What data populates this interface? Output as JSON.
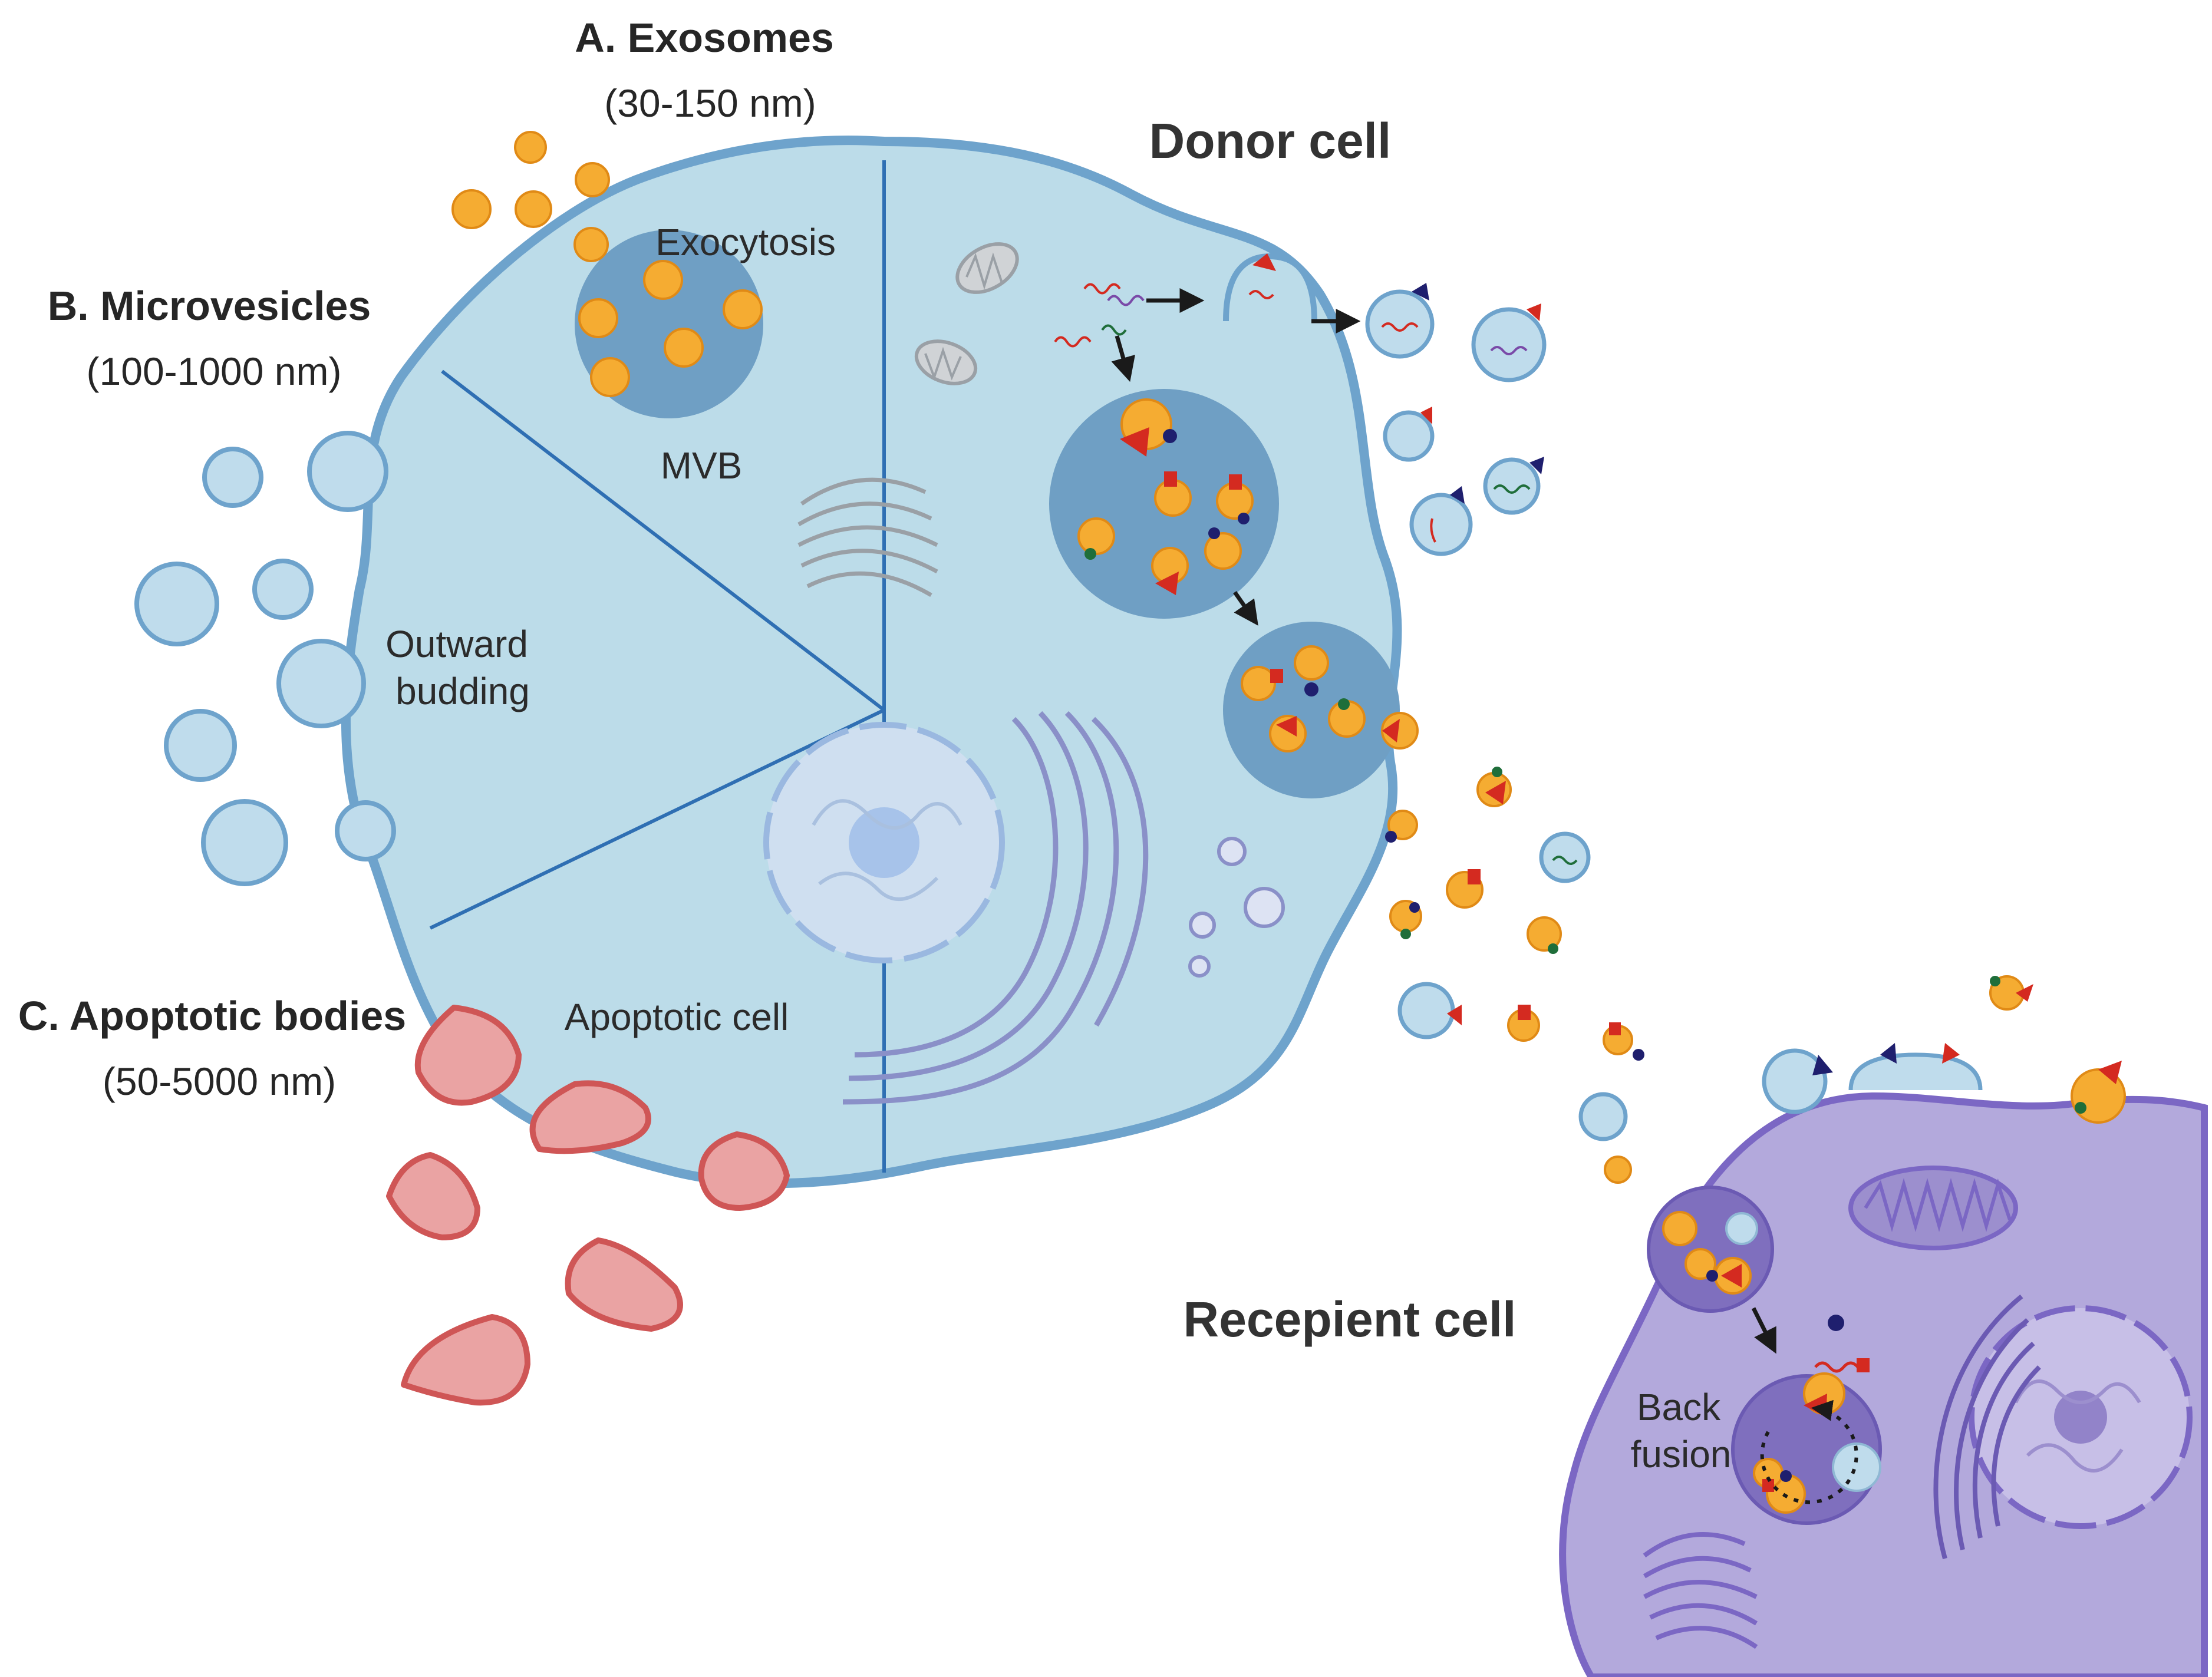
{
  "labels": {
    "donor": "Donor cell",
    "recipient": "Recepient cell",
    "exosomes": {
      "title": "A. Exosomes",
      "size": "(30-150 nm)"
    },
    "microvesicles": {
      "title": "B. Microvesicles",
      "size": "(100-1000 nm)"
    },
    "apoptotic": {
      "title": "C. Apoptotic bodies",
      "size": "(50-5000 nm)"
    },
    "exocytosis": "Exocytosis",
    "mvb": "MVB",
    "outward_1": "Outward",
    "outward_2": "budding",
    "apoptotic_cell": "Apoptotic cell",
    "back_1": "Back",
    "back_2": "fusion"
  },
  "colors": {
    "donor_fill": "#bcdce9",
    "donor_edge": "#6ea3cc",
    "divider": "#2f6fb3",
    "mvb_fill": "#6f9fc4",
    "exosome": "#f5ac32",
    "exosome_edge": "#e08a16",
    "microvesicle": "#bfdcec",
    "apoptotic_fill": "#eaa3a3",
    "apoptotic_edge": "#cf5656",
    "recipient_fill": "#b3a9dc",
    "recipient_edge": "#7b67c4",
    "marker_red": "#d42a20",
    "marker_navy": "#1f1f6e",
    "marker_green": "#1f6e3a"
  }
}
